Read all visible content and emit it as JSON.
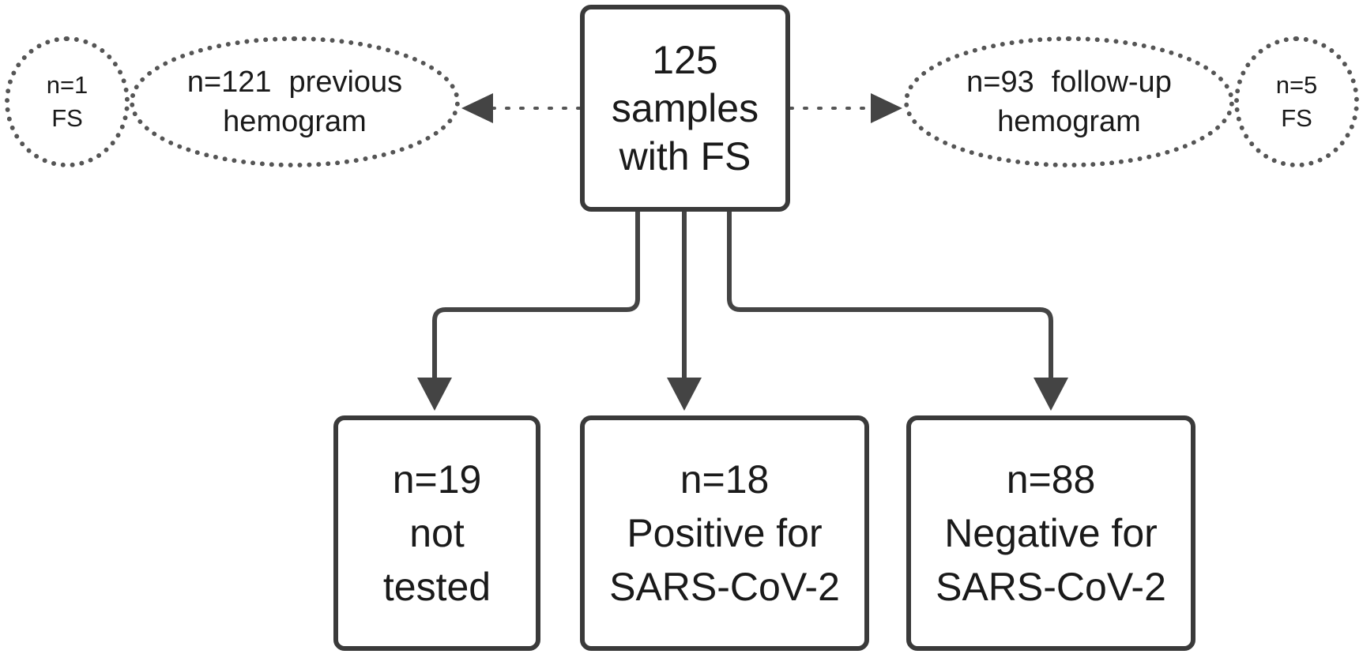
{
  "center": {
    "line1": "125",
    "line2": "samples",
    "line3": "with FS"
  },
  "previous": {
    "fs": {
      "line1": "n=1",
      "line2": "FS"
    },
    "hemogram": {
      "count": "n=121",
      "label": "previous",
      "line2": "hemogram"
    }
  },
  "followup": {
    "hemogram": {
      "count": "n=93",
      "label": "follow-up",
      "line2": "hemogram"
    },
    "fs": {
      "line1": "n=5",
      "line2": "FS"
    }
  },
  "outcomes": [
    {
      "count": "n=19",
      "line2": "not",
      "line3": "tested"
    },
    {
      "count": "n=18",
      "line2": "Positive for",
      "line3": "SARS-CoV-2"
    },
    {
      "count": "n=88",
      "line2": "Negative for",
      "line3": "SARS-CoV-2"
    }
  ],
  "colors": {
    "border": "#3a3a3a",
    "dotted": "#555555",
    "arrow": "#444444"
  }
}
